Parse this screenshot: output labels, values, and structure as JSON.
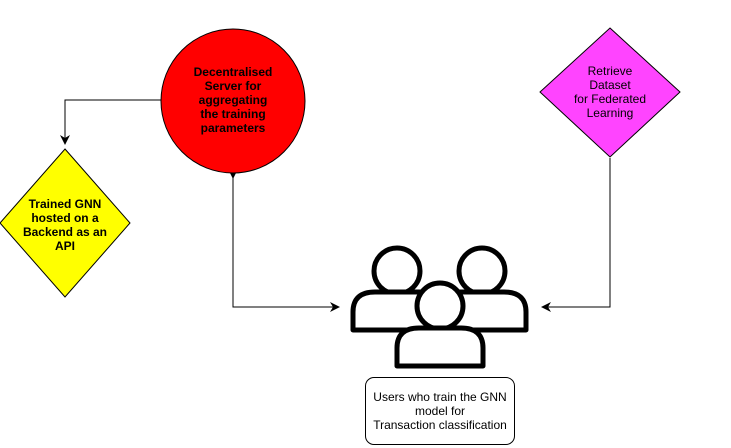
{
  "diagram": {
    "server": {
      "label": "Decentralised\n Server for\n aggregating\n the training\n parameters",
      "fill": "#ff0000"
    },
    "gnn": {
      "label": "Trained GNN\nhosted on a\nBackend as an\nAPI",
      "fill": "#ffff00"
    },
    "dataset": {
      "label": "Retrieve\nDataset\nfor Federated\nLearning",
      "fill": "#ff44ff"
    },
    "users": {
      "label": "Users who train the GNN\nmodel for\nTransaction classification",
      "icon": "users-group-icon"
    },
    "edges": [
      {
        "from": "server",
        "to": "gnn"
      },
      {
        "from": "server",
        "to": "users",
        "bidirectional": true
      },
      {
        "from": "dataset",
        "to": "users"
      }
    ],
    "stroke": "#000000"
  }
}
